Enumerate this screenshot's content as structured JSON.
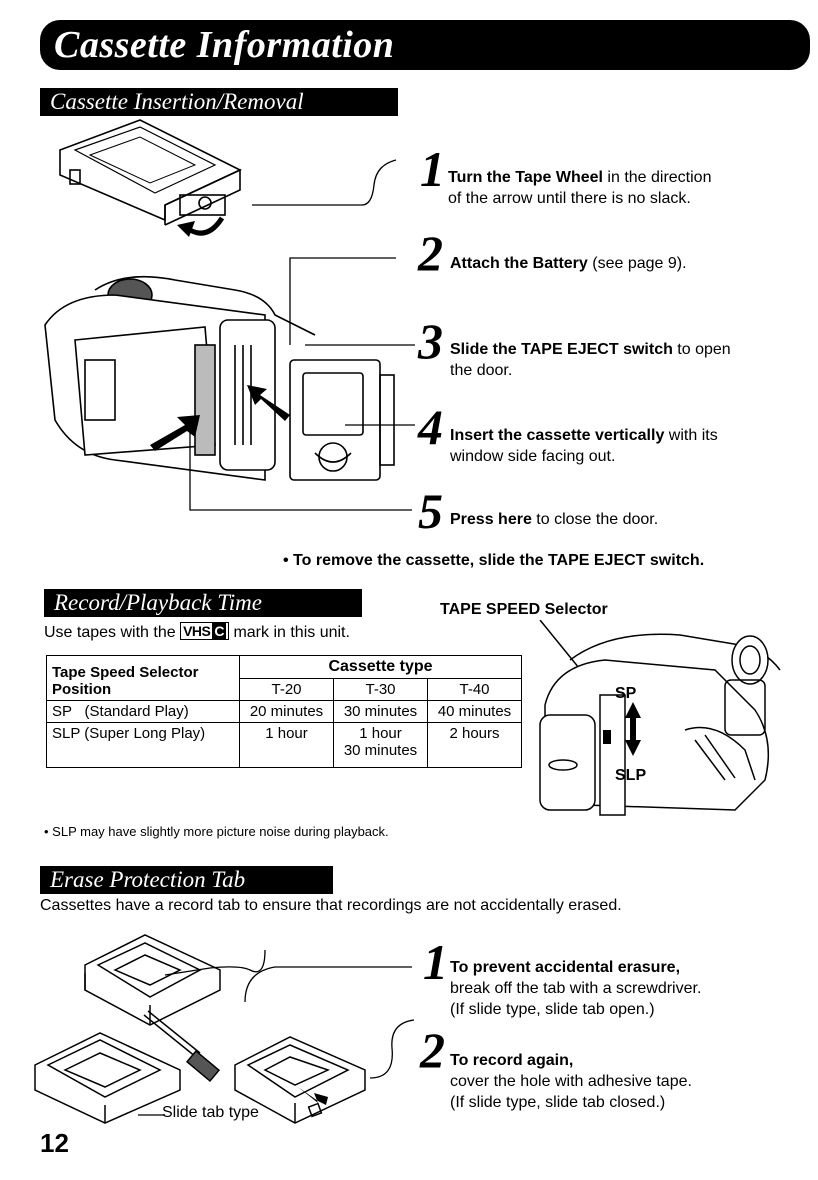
{
  "header": {
    "title": "Cassette Information"
  },
  "insertion": {
    "heading": "Cassette Insertion/Removal",
    "steps": [
      {
        "num": "1",
        "bold": "Turn the Tape Wheel",
        "rest": " in the direction",
        "line2": "of the arrow until there is no slack."
      },
      {
        "num": "2",
        "bold": "Attach the Battery",
        "rest": " (see page 9).",
        "line2": ""
      },
      {
        "num": "3",
        "bold": "Slide the TAPE EJECT switch",
        "rest": " to open",
        "line2": "the door."
      },
      {
        "num": "4",
        "bold": "Insert the cassette vertically",
        "rest": " with its",
        "line2": "window side facing out."
      },
      {
        "num": "5",
        "bold": "Press here",
        "rest": " to close the door.",
        "line2": ""
      }
    ],
    "remove_note": "• To remove the cassette, slide the TAPE EJECT switch."
  },
  "record": {
    "heading": "Record/Playback Time",
    "intro_before": "Use tapes with the",
    "logo_vhs": "VHS",
    "logo_c": "C",
    "intro_after": "mark in this unit.",
    "selector_label": "TAPE SPEED Selector",
    "sp_label": "SP",
    "slp_label": "SLP",
    "table": {
      "corner_line1": "Tape Speed Selector",
      "corner_line2": "Position",
      "group_header": "Cassette type",
      "columns": [
        "T-20",
        "T-30",
        "T-40"
      ],
      "rows": [
        {
          "mode": "SP",
          "desc": "(Standard Play)",
          "values": [
            "20 minutes",
            "30 minutes",
            "40 minutes"
          ]
        },
        {
          "mode": "SLP",
          "desc": "(Super Long Play)",
          "values": [
            "1 hour",
            "1 hour",
            "2 hours"
          ],
          "extra": "30 minutes"
        }
      ]
    },
    "footnote": "• SLP may have slightly more picture noise during playback."
  },
  "erase": {
    "heading": "Erase Protection Tab",
    "intro": "Cassettes have a record tab to ensure that recordings are not accidentally erased.",
    "steps": [
      {
        "num": "1",
        "bold": "To prevent accidental erasure,",
        "line2": "break off the tab with a screwdriver.",
        "line3": "(If slide type, slide tab open.)"
      },
      {
        "num": "2",
        "bold": "To record again,",
        "line2": "cover the hole with adhesive tape.",
        "line3": "(If slide type, slide tab closed.)"
      }
    ],
    "slide_label": "Slide tab type"
  },
  "page_number": "12"
}
